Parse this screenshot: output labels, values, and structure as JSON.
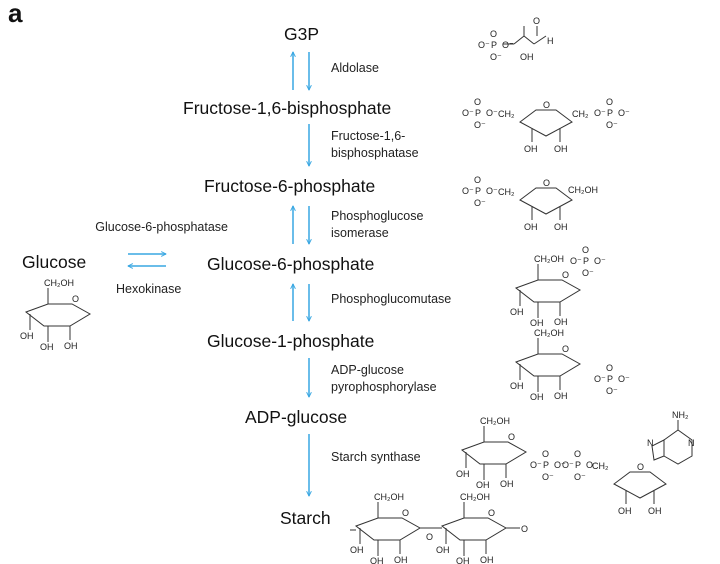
{
  "panel_label": "a",
  "colors": {
    "arrow": "#39a7e2",
    "structure": "#333333",
    "text": "#111111"
  },
  "metabolites": {
    "g3p": "G3P",
    "fbp": "Fructose-1,6-bisphosphate",
    "f6p": "Fructose-6-phosphate",
    "g6p": "Glucose-6-phosphate",
    "g1p": "Glucose-1-phosphate",
    "adpg": "ADP-glucose",
    "starch": "Starch",
    "glucose": "Glucose"
  },
  "enzymes": {
    "aldolase": "Aldolase",
    "fbpase": "Fructose-1,6-\nbisphosphatase",
    "pgi": "Phosphoglucose\nisomerase",
    "pgm": "Phosphoglucomutase",
    "agpase": "ADP-glucose\npyrophosphorylase",
    "ss": "Starch synthase",
    "g6pase": "Glucose-6-phosphatase",
    "hk": "Hexokinase"
  },
  "structure_labels": {
    "oh": "OH",
    "ch2oh": "CH₂OH",
    "ch2": "CH₂",
    "o": "O",
    "p": "P",
    "o_minus": "O⁻",
    "h": "H",
    "nh2": "NH₂",
    "n": "N"
  }
}
